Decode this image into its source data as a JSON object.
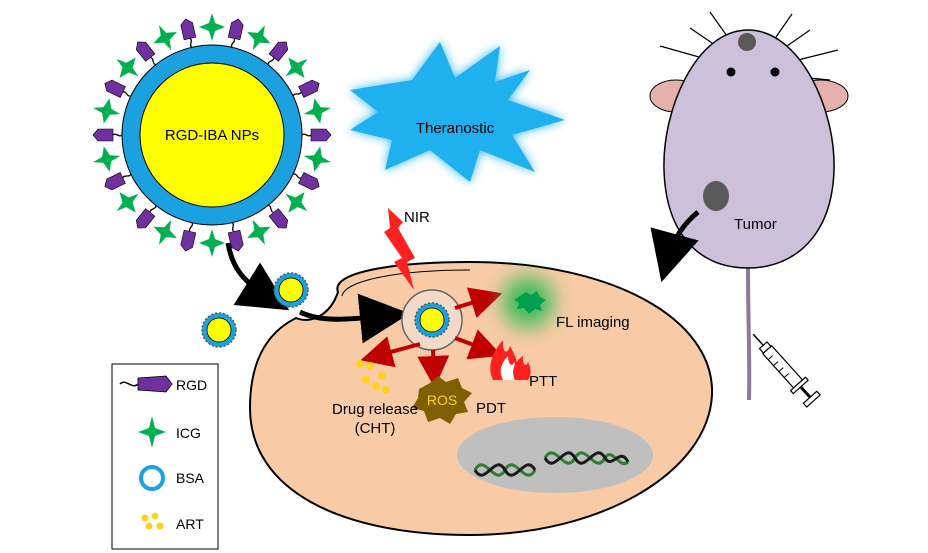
{
  "labels": {
    "np_core": "RGD-IBA NPs",
    "theranostic": "Theranostic",
    "tumor": "Tumor",
    "nir": "NIR",
    "fl_imaging": "FL imaging",
    "ptt": "PTT",
    "pdt": "PDT",
    "ros": "ROS",
    "drug_release_line1": "Drug release",
    "drug_release_line2": "(CHT)"
  },
  "legend": {
    "items": [
      {
        "icon": "rgd-peptide-icon",
        "label": "RGD"
      },
      {
        "icon": "icg-star-icon",
        "label": "ICG"
      },
      {
        "icon": "bsa-ring-icon",
        "label": "BSA"
      },
      {
        "icon": "art-dots-icon",
        "label": "ART"
      }
    ]
  },
  "colors": {
    "core_yellow": "#ffff00",
    "shell_blue": "#1ba0e0",
    "rgd_purple": "#7030a0",
    "icg_green": "#00b050",
    "cell_fill": "#f8cba6",
    "nucleus_gray": "#bfbfbf",
    "mouse_body": "#ccc0da",
    "mouse_ear": "#e6b0ac",
    "burst_blue": "#1fb0f0",
    "arrow_red": "#c00000",
    "fl_green": "#00a050",
    "fire_red": "#ff2020",
    "ros_brown": "#7f5f00"
  }
}
